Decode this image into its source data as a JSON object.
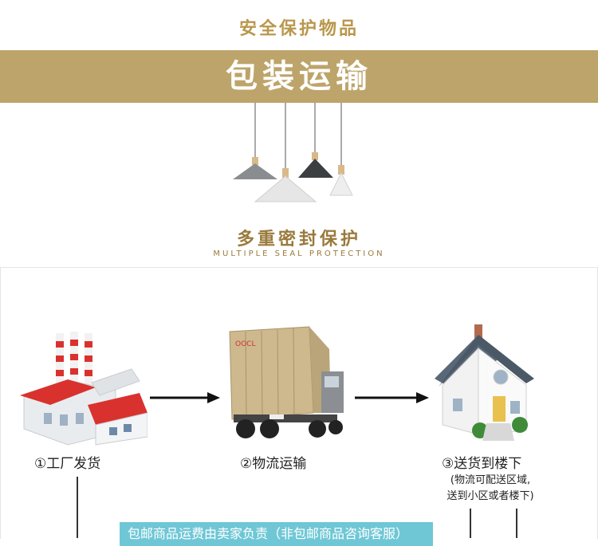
{
  "header": {
    "top_title": "安全保护物品",
    "band_title": "包装运输"
  },
  "seal": {
    "title": "多重密封保护",
    "subtitle": "MULTIPLE SEAL PROTECTION"
  },
  "steps": [
    {
      "label": "①工厂发货"
    },
    {
      "label": "②物流运输"
    },
    {
      "label": "③送货到楼下"
    }
  ],
  "delivery_note": {
    "line1": "(物流可配送区域,",
    "line2": "送到小区或者楼下)"
  },
  "shipping_bar": {
    "text": "包邮商品运费由卖家负责（非包邮商品咨询客服）"
  },
  "colors": {
    "gold_band": "#bda46a",
    "gold_text": "#b9974c",
    "teal_bar": "#6fc7d6"
  }
}
